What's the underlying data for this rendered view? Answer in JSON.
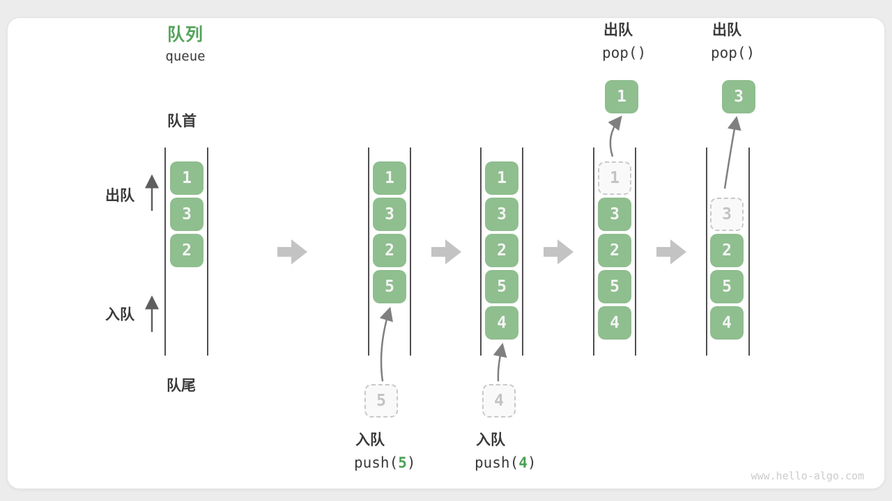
{
  "header": {
    "title_cn": "队列",
    "title_en": "queue"
  },
  "legend": {
    "front": "队首",
    "rear": "队尾",
    "dequeue": "出队",
    "enqueue": "入队"
  },
  "states": [
    {
      "name": "initial-queue",
      "cells": [
        "1",
        "3",
        "2"
      ]
    },
    {
      "name": "after-push-5",
      "cells": [
        "1",
        "3",
        "2",
        "5"
      ],
      "ghost": "5",
      "op_cn": "入队",
      "op_code_pre": "push(",
      "op_arg": "5",
      "op_code_post": ")"
    },
    {
      "name": "after-push-4",
      "cells": [
        "1",
        "3",
        "2",
        "5",
        "4"
      ],
      "ghost": "4",
      "op_cn": "入队",
      "op_code_pre": "push(",
      "op_arg": "4",
      "op_code_post": ")"
    },
    {
      "name": "after-pop-1",
      "ghost": "1",
      "cells": [
        "3",
        "2",
        "5",
        "4"
      ],
      "popped": "1",
      "op_cn": "出队",
      "op_code": "pop()"
    },
    {
      "name": "after-pop-3",
      "ghost": "3",
      "cells": [
        "2",
        "5",
        "4"
      ],
      "popped": "3",
      "op_cn": "出队",
      "op_code": "pop()"
    }
  ],
  "watermark": "www.hello-algo.com",
  "colors": {
    "accent_green": "#53A35B",
    "cell_green": "#8FBE8F",
    "code_arg_green": "#4BA153",
    "transition_arrow_gray": "#C3C3C3",
    "wall_gray": "#4F4F4F",
    "ghost_gray": "#C9C9C9"
  }
}
